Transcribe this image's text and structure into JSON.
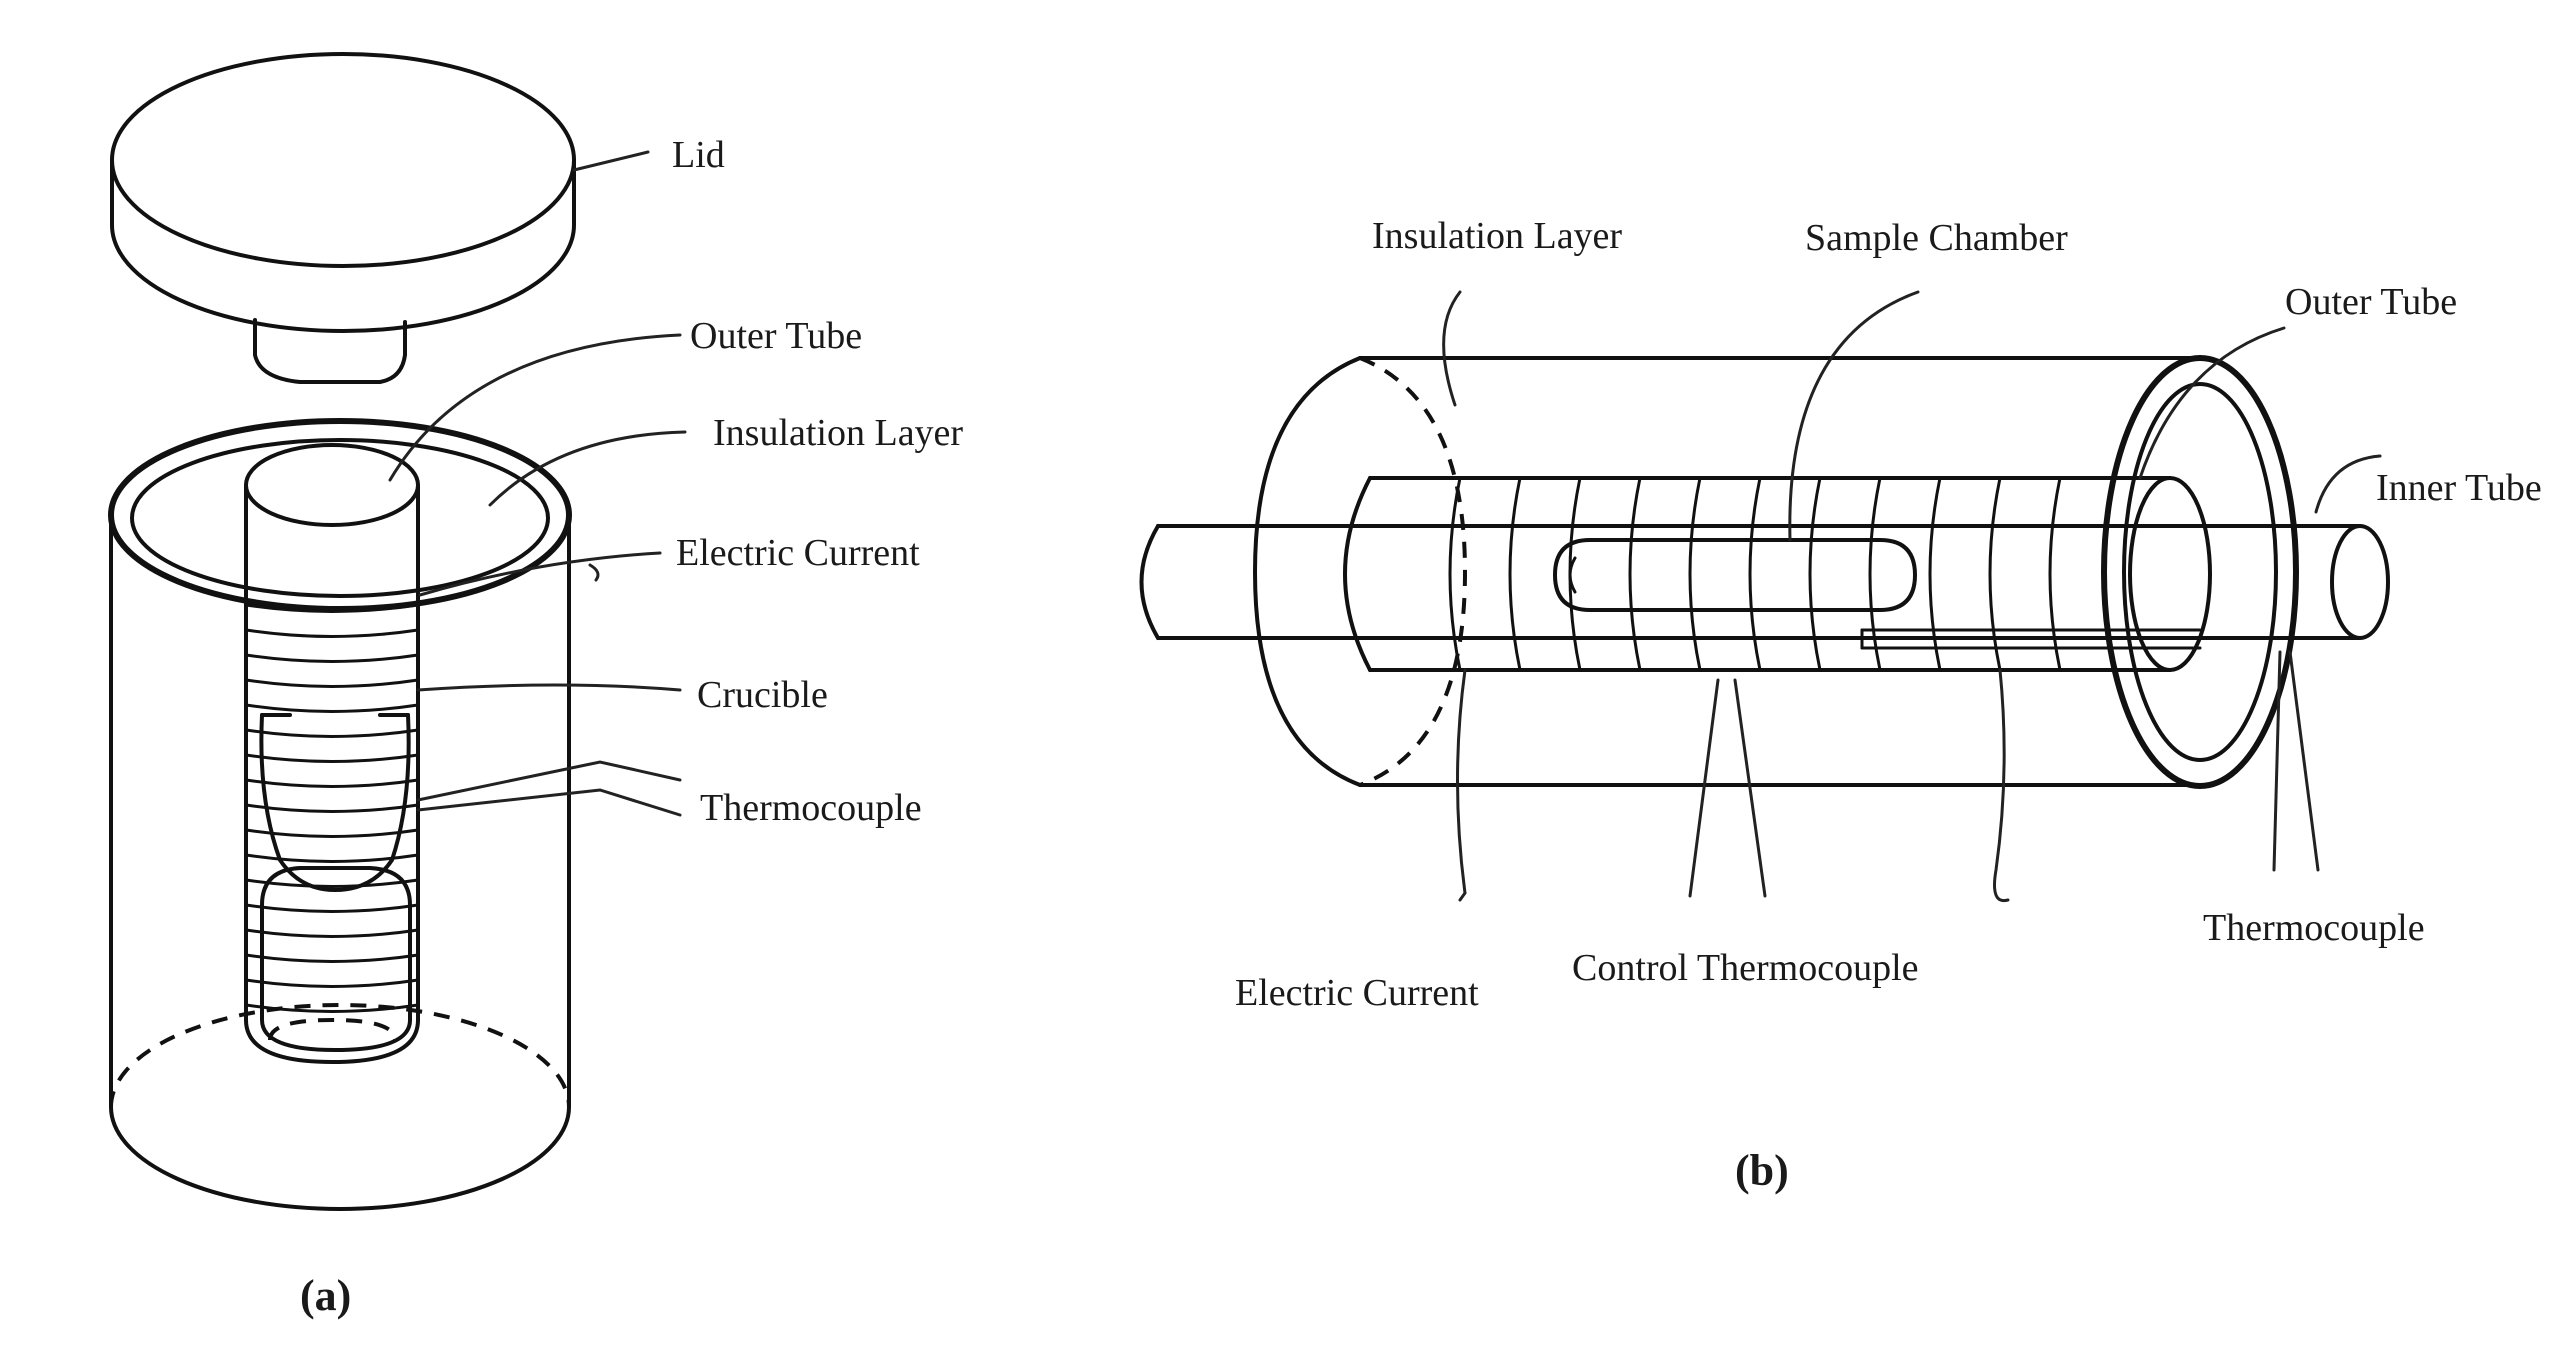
{
  "figure_a": {
    "caption": "(a)",
    "labels": {
      "lid": "Lid",
      "outer_tube": "Outer Tube",
      "insulation_layer": "Insulation Layer",
      "electric_current": "Electric Current",
      "crucible": "Crucible",
      "thermocouple": "Thermocouple"
    }
  },
  "figure_b": {
    "caption": "(b)",
    "labels": {
      "insulation_layer": "Insulation Layer",
      "sample_chamber": "Sample Chamber",
      "outer_tube": "Outer Tube",
      "inner_tube": "Inner Tube",
      "electric_current": "Electric Current",
      "control_thermocouple": "Control Thermocouple",
      "thermocouple": "Thermocouple"
    }
  }
}
